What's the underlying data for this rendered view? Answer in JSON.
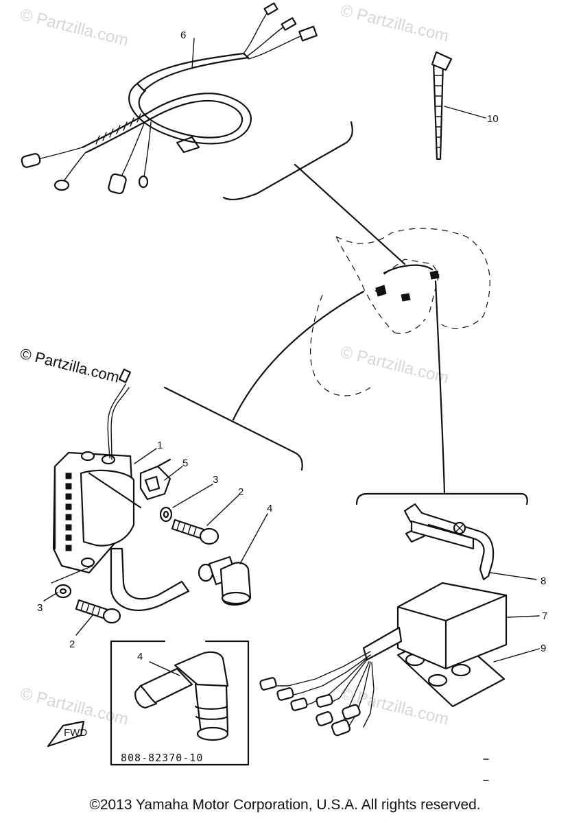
{
  "watermark": {
    "text": "© Partzilla.com"
  },
  "callouts": {
    "c1": "1",
    "c2a": "2",
    "c2b": "2",
    "c3a": "3",
    "c3b": "3",
    "c4a": "4",
    "c4b": "4",
    "c5": "5",
    "c6": "6",
    "c7": "7",
    "c8": "8",
    "c9": "9",
    "c10": "10"
  },
  "inset": {
    "part_code": "808-82370-10"
  },
  "footer": {
    "copyright": "©2013  Yamaha Motor Corporation, U.S.A. All rights reserved."
  },
  "colors": {
    "ink": "#111111",
    "watermark": "#d6d6d6",
    "background": "#ffffff"
  }
}
